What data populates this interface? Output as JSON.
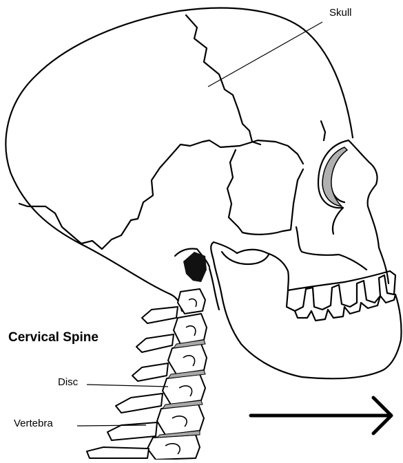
{
  "labels": {
    "skull": "Skull",
    "cervical_spine": "Cervical Spine",
    "disc": "Disc",
    "vertebra": "Vertebra"
  },
  "colors": {
    "line": "#000000",
    "background": "#ffffff",
    "disc_fill": "#a8a8a8",
    "orbit_fill": "#b0b0b0"
  }
}
